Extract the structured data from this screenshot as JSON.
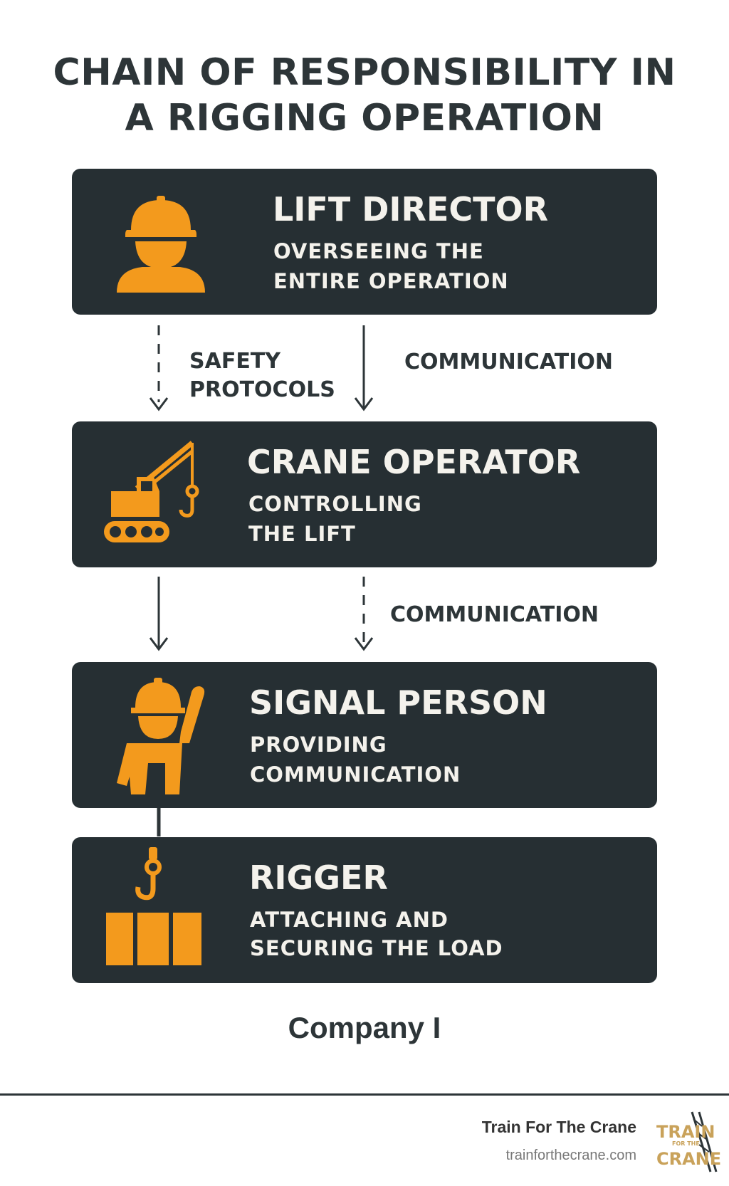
{
  "title": {
    "line1": "CHAIN OF RESPONSIBILITY IN",
    "line2": "A RIGGING OPERATION"
  },
  "roles": [
    {
      "title": "LIFT DIRECTOR",
      "desc_line1": "OVERSEEING THE",
      "desc_line2": "ENTIRE OPERATION",
      "icon": "hard-hat-person-icon"
    },
    {
      "title": "CRANE OPERATOR",
      "desc_line1": "CONTROLLING",
      "desc_line2": "THE LIFT",
      "icon": "crane-icon"
    },
    {
      "title": "SIGNAL PERSON",
      "desc_line1": "PROVIDING",
      "desc_line2": "COMMUNICATION",
      "icon": "waving-worker-icon"
    },
    {
      "title": "RIGGER",
      "desc_line1": "ATTACHING AND",
      "desc_line2": "SECURING THE LOAD",
      "icon": "hook-load-icon"
    }
  ],
  "flows": {
    "first": {
      "left_label_line1": "SAFETY",
      "left_label_line2": "PROTOCOLS",
      "right_label": "COMMUNICATION"
    },
    "second": {
      "right_label": "COMMUNICATION"
    }
  },
  "company": "Company I",
  "footer": {
    "brand_name": "Train For The Crane",
    "url": "trainforthecrane.com",
    "logo": {
      "word_top": "TRAIN",
      "word_mid": "FOR THE",
      "word_bottom": "CRANE"
    }
  },
  "colors": {
    "card_bg": "#262f33",
    "accent": "#f39a1d",
    "text_dark": "#2d3538",
    "text_light": "#f4f2ec"
  }
}
